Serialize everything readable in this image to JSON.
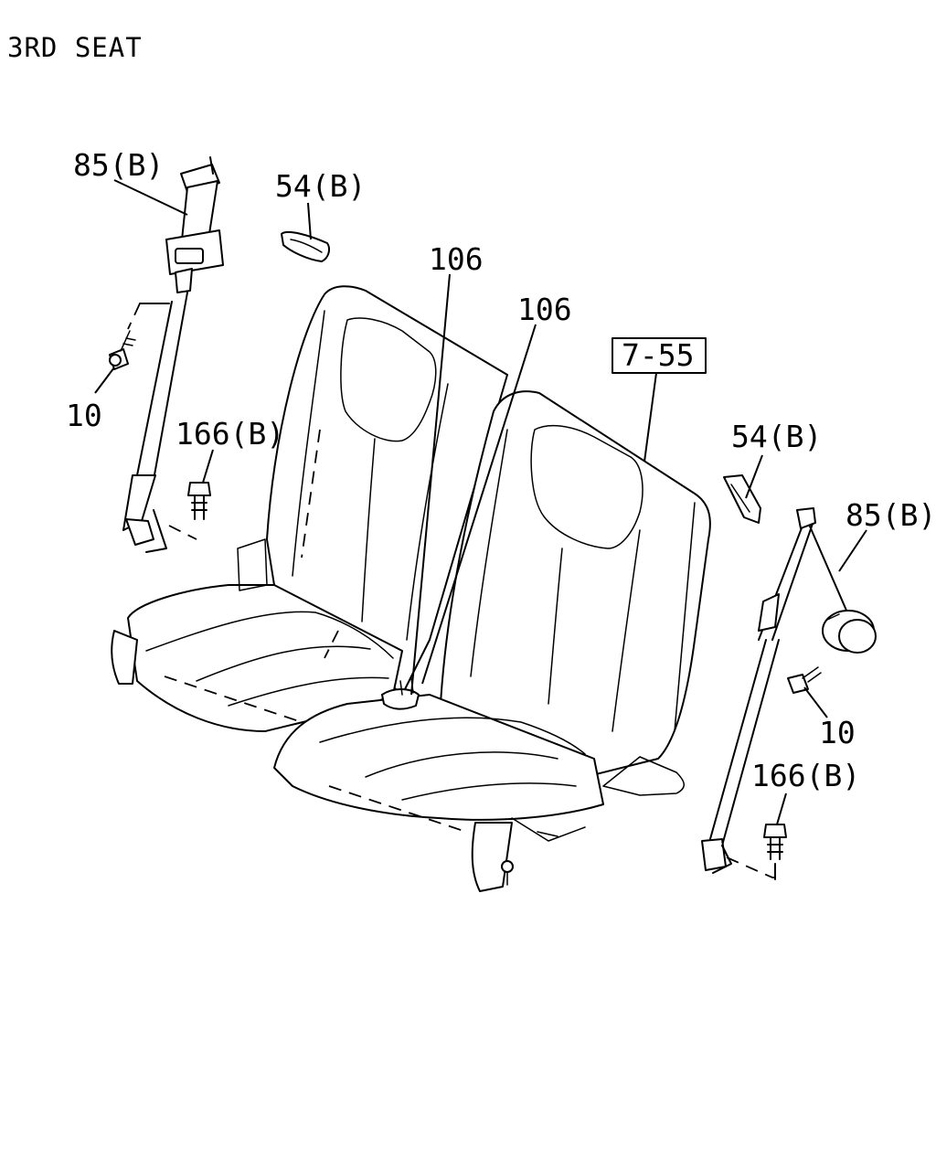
{
  "title": "3RD SEAT",
  "callouts": {
    "belt_left": "85(B)",
    "cover_left": "54(B)",
    "buckle_1": "106",
    "buckle_2": "106",
    "seat_assembly": "7-55",
    "bolt_left": "10",
    "anchor_bolt_left": "166(B)",
    "cover_right": "54(B)",
    "belt_right": "85(B)",
    "bolt_right": "10",
    "anchor_bolt_right": "166(B)"
  }
}
